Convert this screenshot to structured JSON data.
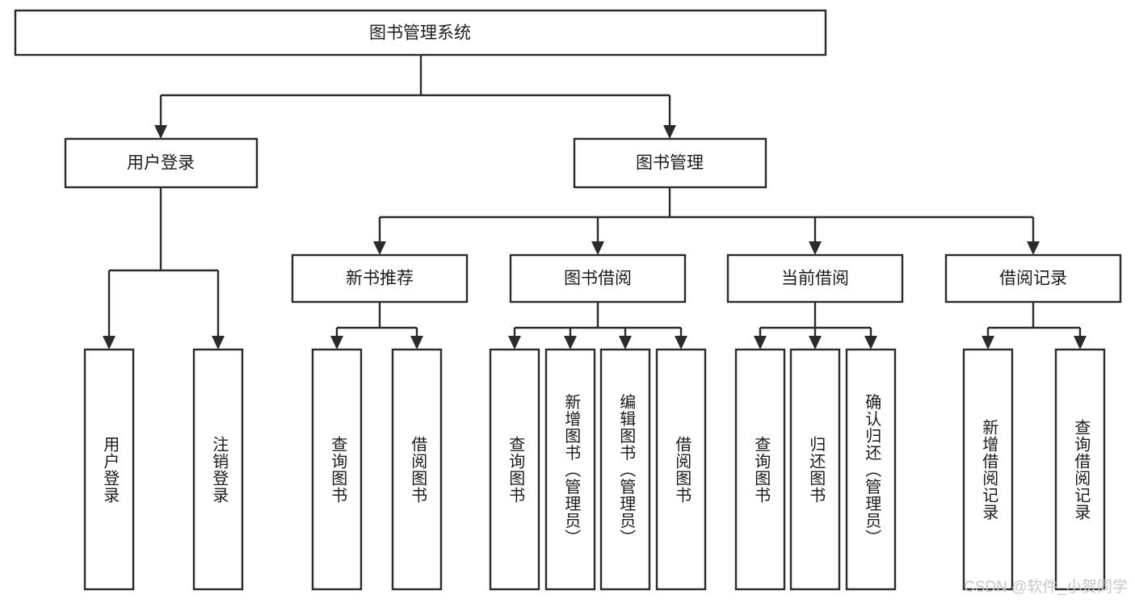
{
  "diagram": {
    "type": "tree",
    "title": "图书管理系统",
    "orientation": "top-down",
    "colors": {
      "box_stroke": "#2b2b2b",
      "box_fill": "#ffffff",
      "connector": "#2b2b2b",
      "text": "#1b1b1b",
      "background": "#ffffff",
      "watermark": "#c8c8c8"
    },
    "root": {
      "label": "图书管理系统"
    },
    "level1": [
      {
        "label": "用户登录"
      },
      {
        "label": "图书管理"
      }
    ],
    "level2": [
      {
        "label": "新书推荐"
      },
      {
        "label": "图书借阅"
      },
      {
        "label": "当前借阅"
      },
      {
        "label": "借阅记录"
      }
    ],
    "leaves": {
      "user_login": [
        {
          "label": "用户登录"
        },
        {
          "label": "注销登录"
        }
      ],
      "new_book_recommend": [
        {
          "label": "查询图书"
        },
        {
          "label": "借阅图书"
        }
      ],
      "book_borrow": [
        {
          "label": "查询图书"
        },
        {
          "label": "新增图书（管理员）"
        },
        {
          "label": "编辑图书（管理员）"
        },
        {
          "label": "借阅图书"
        }
      ],
      "current_borrow": [
        {
          "label": "查询图书"
        },
        {
          "label": "归还图书"
        },
        {
          "label": "确认归还（管理员）"
        }
      ],
      "borrow_record": [
        {
          "label": "新增借阅记录"
        },
        {
          "label": "查询借阅记录"
        }
      ]
    }
  },
  "watermark": {
    "text": "CSDN @软件_小贺同学"
  }
}
